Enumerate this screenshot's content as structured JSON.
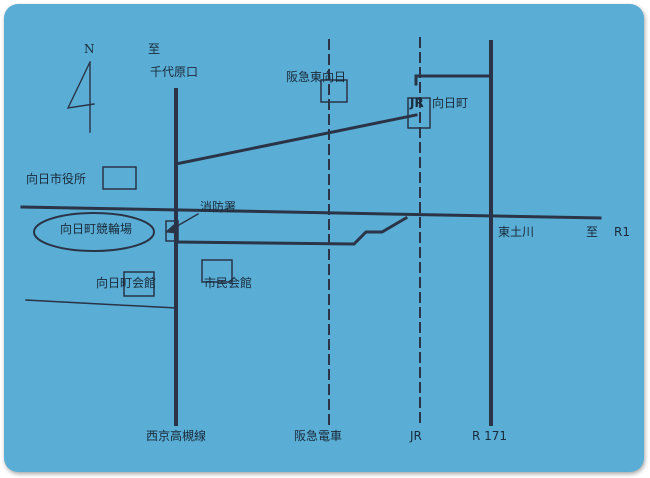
{
  "map": {
    "north": "N",
    "to_north": "至",
    "senshiro": "千代原口",
    "hankyu_higashimuko": "阪急東向日",
    "jr_mark": "JR",
    "jr_station": "向日町",
    "city_hall": "向日市役所",
    "fire_station": "消防署",
    "velodrome": "向日町競輪場",
    "higashi_tsuchikawa": "東土川",
    "to_east": "至",
    "r1": "R1",
    "muko_kaikan": "向日町会館",
    "shimin_kaikan": "市民会館",
    "bottom_labels": {
      "nishikyo": "西京高槻線",
      "hankyu": "阪急電車",
      "jr": "JR",
      "r171": "R 171"
    },
    "colors": {
      "background": "#5aaed6",
      "ink": "#2a3446"
    }
  }
}
